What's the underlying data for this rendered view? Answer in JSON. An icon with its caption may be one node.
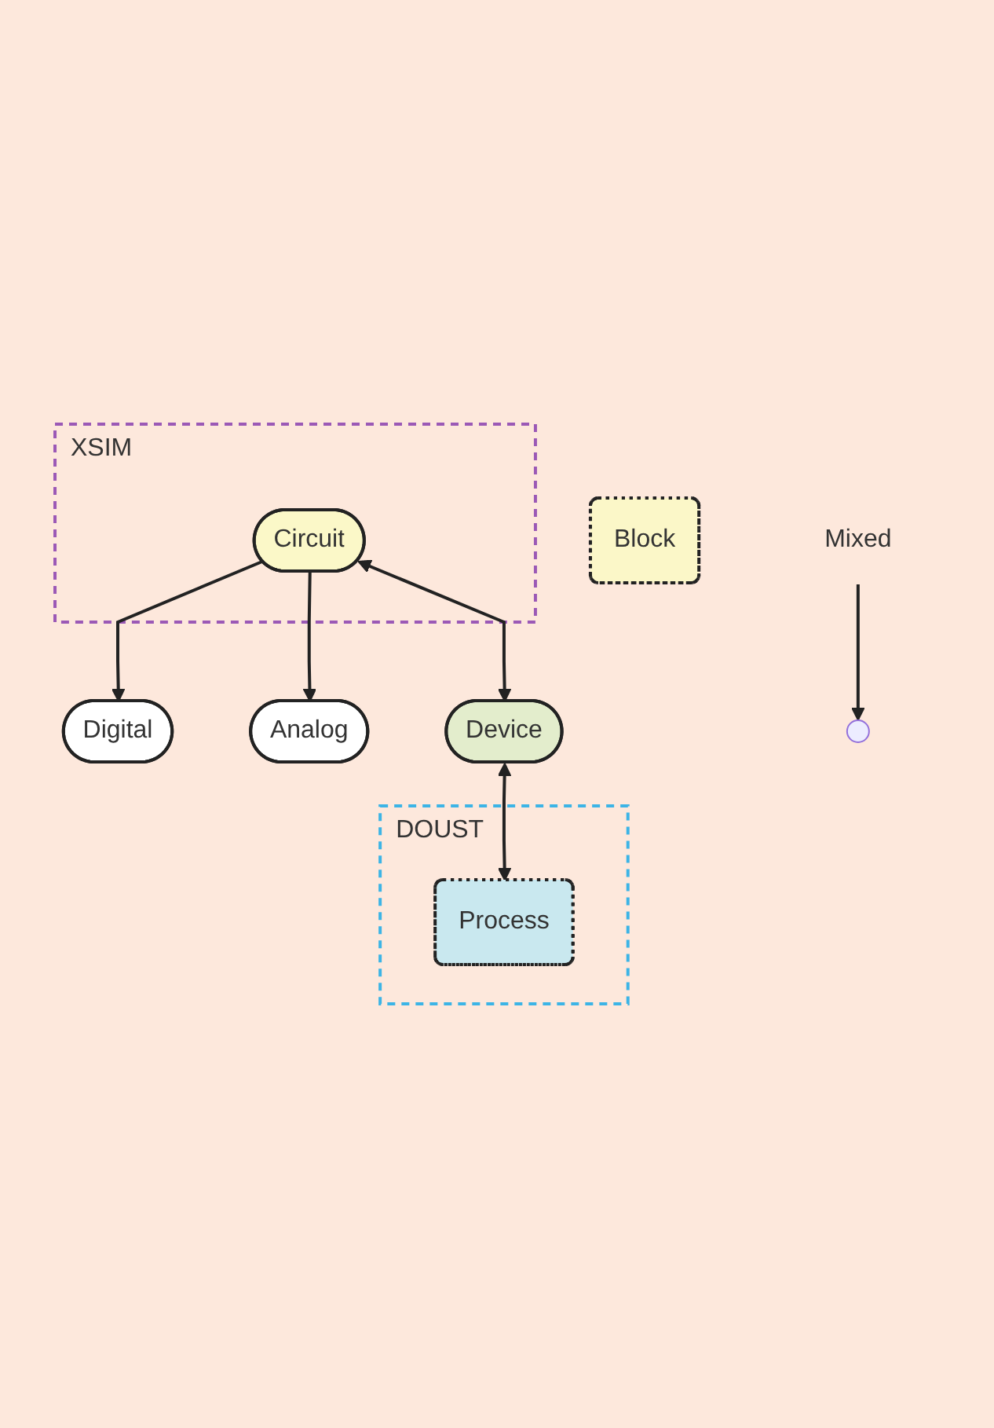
{
  "diagram": {
    "nodes": [
      {
        "text": [
          "Block"
        ]
      },
      {
        "text": [
          "XSIM"
        ]
      },
      {
        "text": [
          "DOUST"
        ]
      },
      {
        "text": [
          "Mixed"
        ]
      },
      {
        "text": [
          "Digital"
        ]
      },
      {
        "text": [
          "Analog"
        ]
      },
      {
        "text": [
          "Circuit"
        ],
        "in": 1
      },
      {
        "text": [
          "Device"
        ]
      },
      {
        "text": [
          "Process"
        ],
        "in": 2
      }
    ],
    "edges": [
      {
        "from": 3,
        "to": null,
        "arrow": "to"
      },
      {
        "from": 6,
        "to": 4,
        "arrow": "to"
      },
      {
        "from": 6,
        "to": 5,
        "arrow": "to"
      },
      {
        "from": 6,
        "to": 7,
        "arrow": "both"
      },
      {
        "from": 7,
        "to": 8,
        "arrow": "both"
      }
    ]
  }
}
